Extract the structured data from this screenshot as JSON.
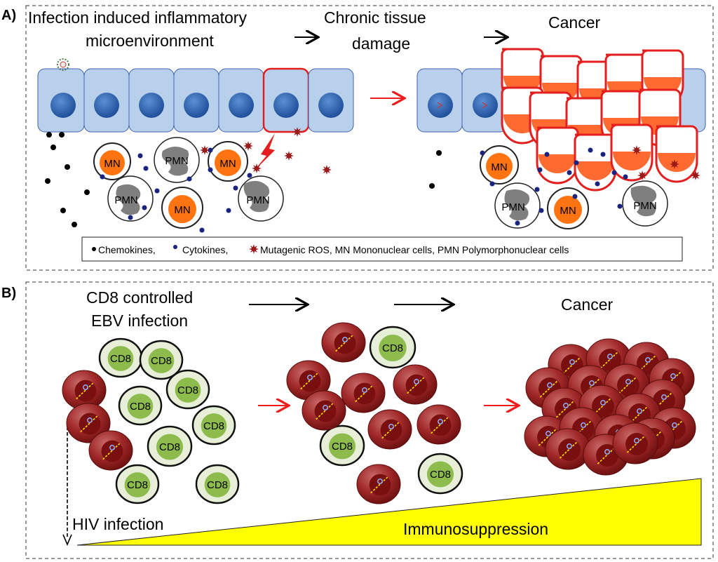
{
  "panel_a": {
    "label": "A)",
    "stage1_line1": "Infection induced inflammatory",
    "stage1_line2": "microenvironment",
    "stage2_line1": "Chronic  tissue",
    "stage2_line2": "damage",
    "stage3": "Cancer",
    "mn_label": "MN",
    "pmn_label": "PMN",
    "legend": {
      "chemokines": "Chemokines,",
      "cytokines": "Cytokines,",
      "ros": "Mutagenic ROS, MN Mononuclear cells, PMN Polymorphonuclear cells"
    }
  },
  "panel_b": {
    "label": "B)",
    "stage1_line1": "CD8 controlled",
    "stage1_line2": "EBV infection",
    "stage3": "Cancer",
    "cd8_label": "CD8",
    "hiv_label": "HIV infection",
    "immuno_label": "Immunosuppression"
  },
  "colors": {
    "epithelial_fill": "#b8d0ec",
    "epithelial_stroke": "#3f5fb0",
    "nucleus": "#2e5ea8",
    "cancer_red": "#e31e1e",
    "cancer_fill": "#ff6a30",
    "mn_orange": "#ff7410",
    "pmn_gray": "#7f7f7f",
    "ebv_red": "#8e1b1b",
    "cd8_green": "#8dbb4c",
    "cd8_ring": "#e8efd9",
    "immuno_yellow": "#ffff00",
    "arrow_red": "#ee1c1c"
  }
}
